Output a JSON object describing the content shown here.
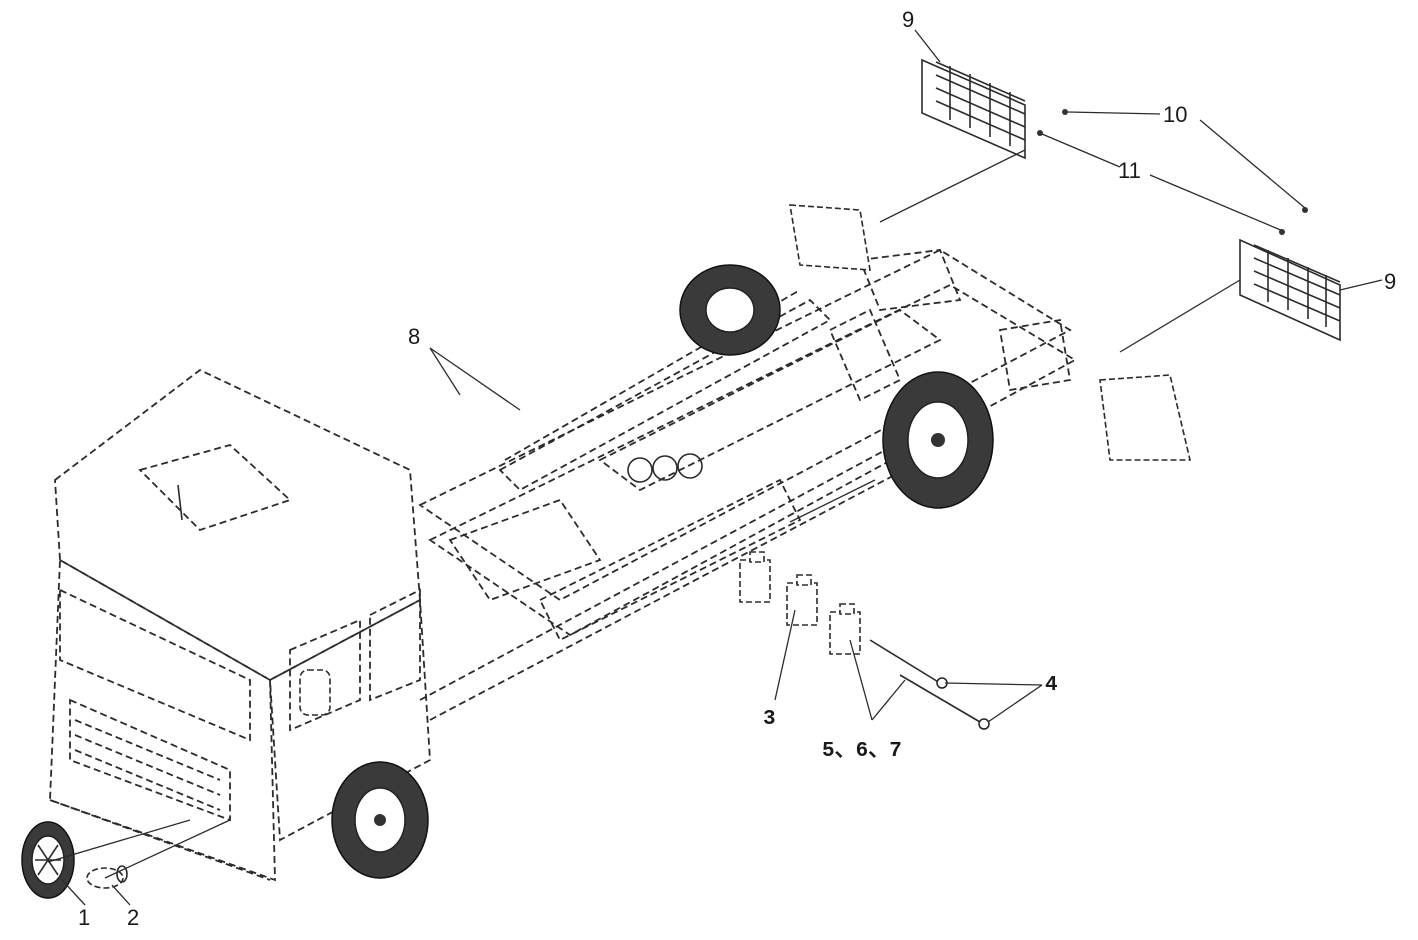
{
  "callouts": {
    "c1": "1",
    "c2": "2",
    "c3": "3",
    "c4": "4",
    "c567": "5、6、7",
    "c8": "8",
    "c9_top": "9",
    "c9_right": "9",
    "c10": "10",
    "c11": "11"
  }
}
